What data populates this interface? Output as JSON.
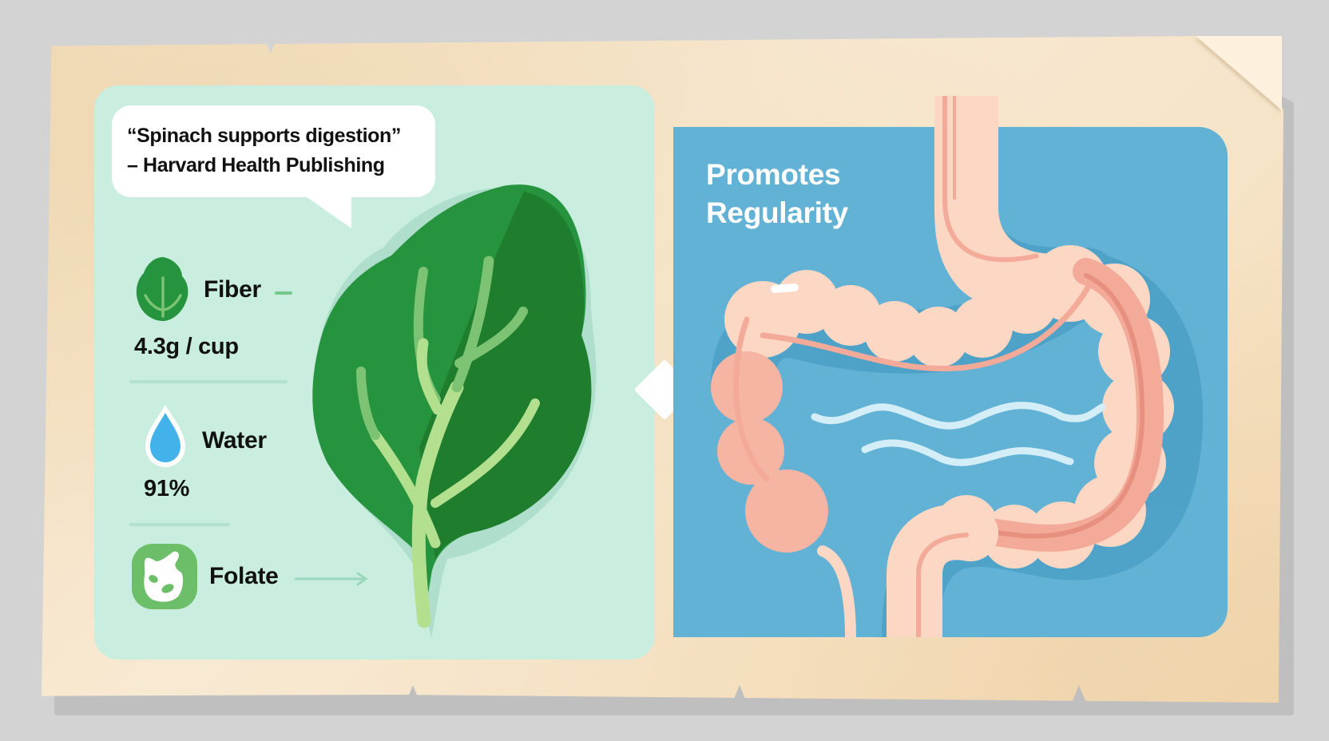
{
  "quote": {
    "text": "“Spinach supports digestion”",
    "attribution": "– Harvard Health Publishing"
  },
  "nutrients": [
    {
      "label": "Fiber",
      "value": "4.3g / cup",
      "icon": "leaf-icon"
    },
    {
      "label": "Water",
      "value": "91%",
      "icon": "water-drop-icon"
    },
    {
      "label": "Folate",
      "value": "",
      "icon": "folate-icon"
    }
  ],
  "benefit": {
    "title_line1": "Promotes",
    "title_line2": "Regularity",
    "illustration": "digestive-tract-icon"
  },
  "colors": {
    "background": "#d3d3d3",
    "paper": "#f6e4c8",
    "green_panel": "#c9eedf",
    "blue_panel": "#62b2d6",
    "leaf_light": "#26933e",
    "leaf_dark": "#1f7d2e",
    "vein": "#b2e08e",
    "intestine_light": "#fbd7c4",
    "intestine_dark": "#f4aa98",
    "water_drop": "#44b2ea",
    "folate_icon": "#6cbf68"
  }
}
